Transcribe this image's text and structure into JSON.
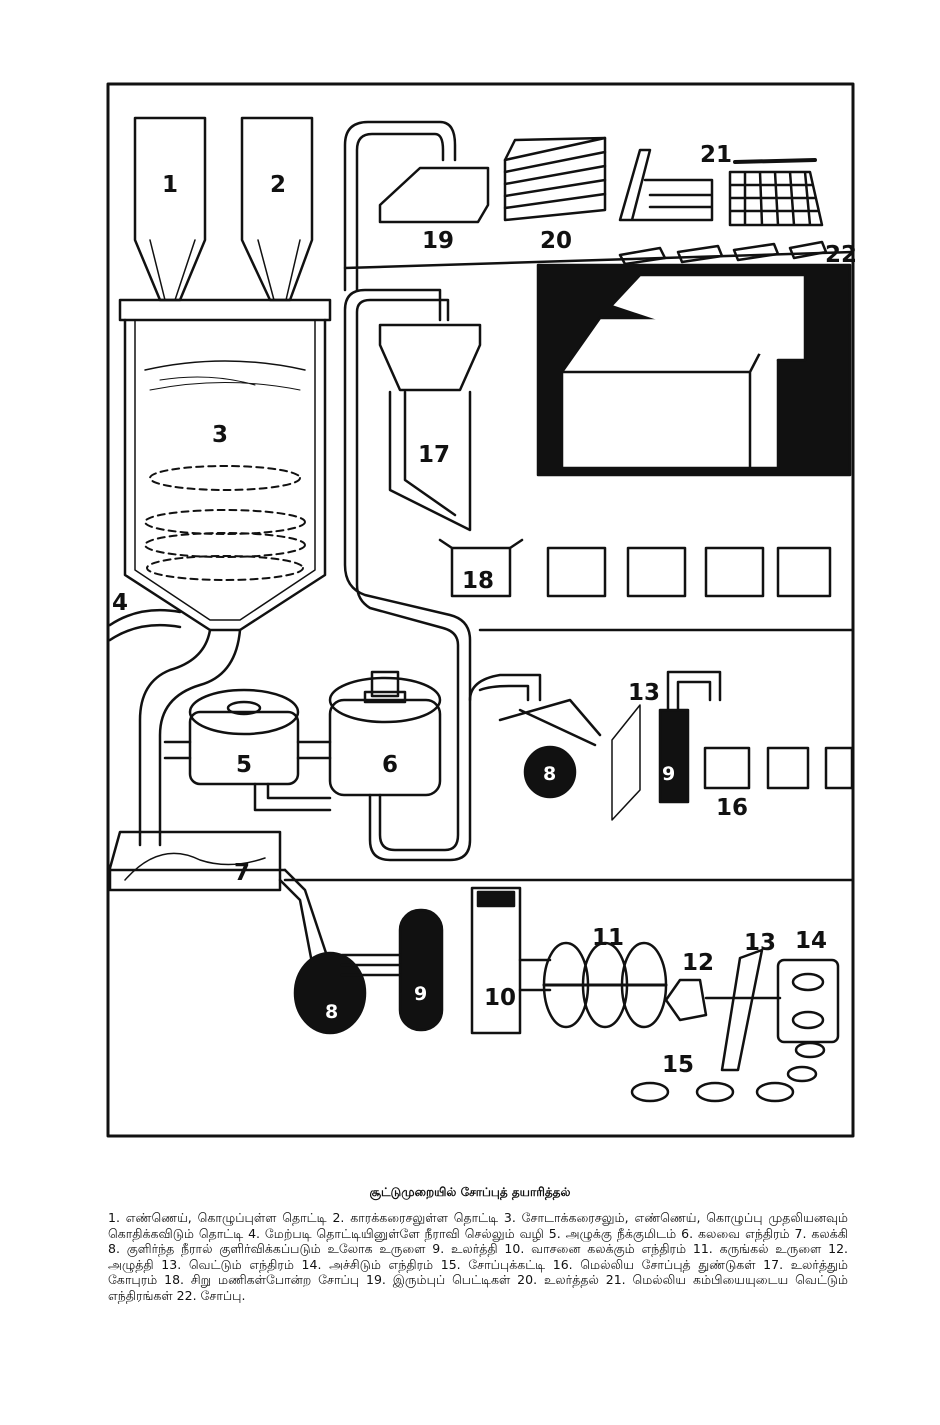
{
  "labels": {
    "n1": "1",
    "n2": "2",
    "n3": "3",
    "n4": "4",
    "n5": "5",
    "n6": "6",
    "n7": "7",
    "n8a": "8",
    "n8b": "8",
    "n9a": "9",
    "n9b": "9",
    "n10": "10",
    "n11": "11",
    "n12": "12",
    "n13a": "13",
    "n13b": "13",
    "n14": "14",
    "n15": "15",
    "n16": "16",
    "n17": "17",
    "n18": "18",
    "n19": "19",
    "n20": "20",
    "n21": "21",
    "n22": "22"
  },
  "caption": {
    "title": "சூட்டுமுறையில் சோப்புத் தயாரித்தல்",
    "body": "1. எண்ணெய், கொழுப்புள்ள தொட்டி 2. காரக்கரைசலுள்ள தொட்டி 3. சோடாக்கரைசலும், எண்ணெய், கொழுப்பு முதலியனவும் கொதிக்கவிடும் தொட்டி 4. மேற்படி தொட்டியினுள்ளே நீராவி செல்லும் வழி 5. அழுக்கு நீக்குமிடம் 6. கலவை எந்திரம் 7. கலக்கி 8. குளிர்ந்த நீரால் குளிர்விக்கப்படும் உலோக உருளை 9. உலர்த்தி 10. வாசனை கலக்கும் எந்திரம் 11. கருங்கல் உருளை 12. அழுத்தி 13. வெட்டும் எந்திரம் 14. அச்சிடும் எந்திரம் 15. சோப்புக்கட்டி 16. மெல்லிய சோப்புத் துண்டுகள் 17. உலர்த்தும் கோபுரம் 18. சிறு மணிகள்போன்ற சோப்பு 19. இரும்புப் பெட்டிகள் 20. உலர்த்தல் 21. மெல்லிய கம்பியையுடைய வெட்டும் எந்திரங்கள் 22. சோப்பு."
  }
}
